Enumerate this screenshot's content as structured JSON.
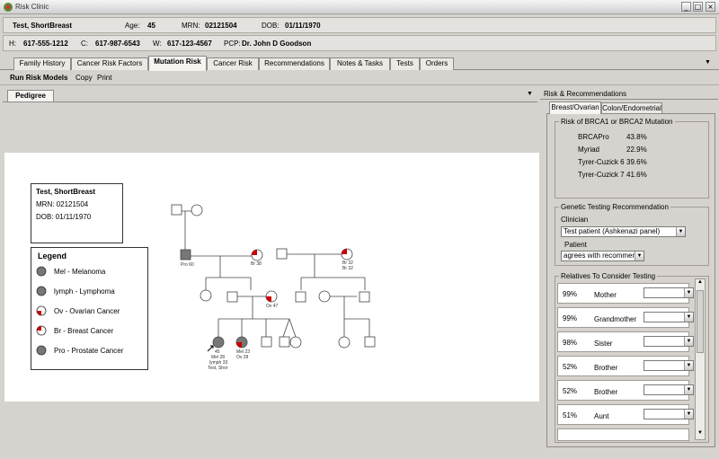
{
  "window": {
    "title": "Risk Clinic",
    "min": "_",
    "max": "□",
    "close": "×"
  },
  "patient": {
    "name": "Test, ShortBreast",
    "age_label": "Age:",
    "age": "45",
    "mrn_label": "MRN:",
    "mrn": "02121504",
    "dob_label": "DOB:",
    "dob": "01/11/1970",
    "h_label": "H:",
    "h": "617-555-1212",
    "c_label": "C:",
    "c": "617-987-6543",
    "w_label": "W:",
    "w": "617-123-4567",
    "pcp_label": "PCP:",
    "pcp": "Dr. John D Goodson"
  },
  "tabs": [
    "Family History",
    "Cancer Risk Factors",
    "Mutation Risk",
    "Cancer Risk",
    "Recommendations",
    "Notes & Tasks",
    "Tests",
    "Orders"
  ],
  "toolbar": {
    "run": "Run Risk Models",
    "copy": "Copy",
    "print": "Print"
  },
  "pedigree": {
    "tab": "Pedigree",
    "info": {
      "name": "Test, ShortBreast",
      "mrn": "MRN: 02121504",
      "dob": "DOB: 01/11/1970"
    },
    "legend": {
      "title": "Legend",
      "items": [
        "Mel - Melanoma",
        "lymph - Lymphoma",
        "Ov - Ovarian Cancer",
        "Br - Breast Cancer",
        "Pro - Prostate Cancer"
      ]
    },
    "labels": {
      "pro60": "Pro 60",
      "br38": "Br 38",
      "br32a": "Br 32",
      "br32b": "Br 32",
      "ov47": "Ov 47",
      "p45": "45",
      "mel28": "Mel 28",
      "lymph33": "lymph 33",
      "testshor": "Test, Shor",
      "mel23": "Mel 23",
      "ov28": "Ov 28"
    }
  },
  "right": {
    "title": "Risk & Recommendations",
    "tabs": [
      "Breast/Ovarian",
      "Colon/Endometrial"
    ],
    "risk": {
      "title": "Risk of BRCA1 or BRCA2 Mutation",
      "rows": [
        {
          "model": "BRCAPro",
          "value": "43.8%"
        },
        {
          "model": "Myriad",
          "value": "22.9%"
        },
        {
          "model": "Tyrer-Cuzick 6",
          "value": "39.6%"
        },
        {
          "model": "Tyrer-Cuzick 7",
          "value": "41.6%"
        }
      ]
    },
    "gtr": {
      "title": "Genetic Testing Recommendation",
      "clinician_label": "Clinician",
      "clinician_value": "Test patient (Ashkenazi panel)",
      "patient_label": "Patient",
      "patient_value": "agrees with recommenda"
    },
    "relatives": {
      "title": "Relatives To Consider Testing",
      "rows": [
        {
          "pct": "99%",
          "rel": "Mother"
        },
        {
          "pct": "99%",
          "rel": "Grandmother"
        },
        {
          "pct": "98%",
          "rel": "Sister"
        },
        {
          "pct": "52%",
          "rel": "Brother"
        },
        {
          "pct": "52%",
          "rel": "Brother"
        },
        {
          "pct": "51%",
          "rel": "Aunt"
        }
      ]
    }
  }
}
